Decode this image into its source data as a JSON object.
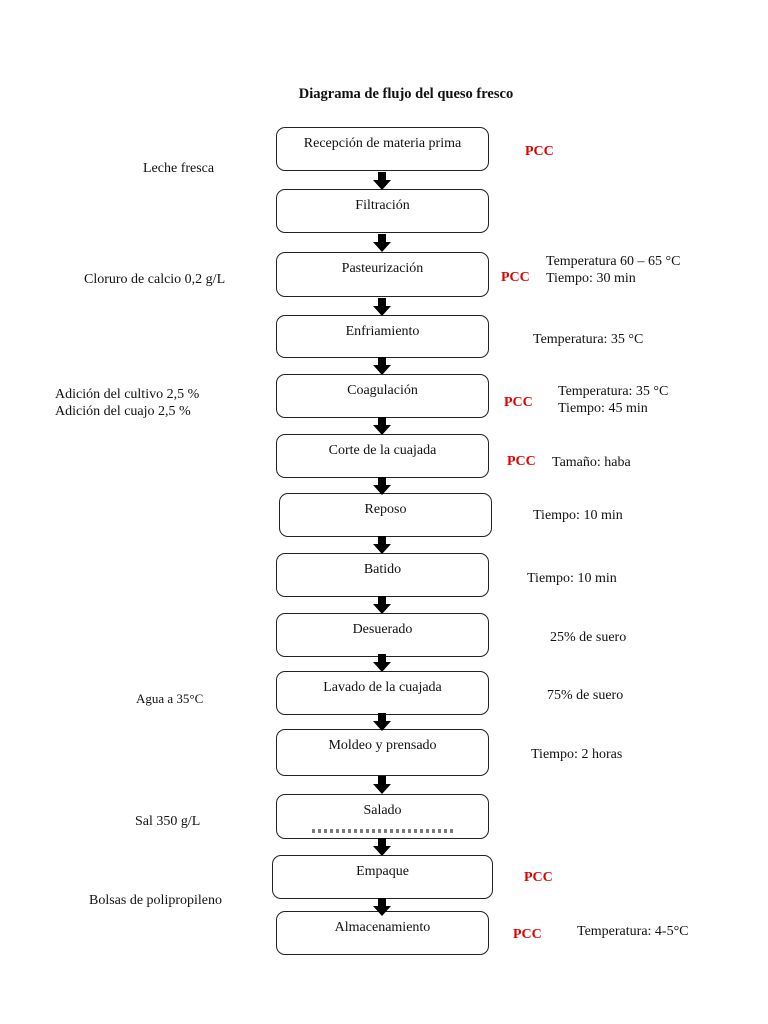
{
  "title": "Diagrama de flujo del queso fresco",
  "steps": [
    "Recepción de materia prima",
    "Filtración",
    "Pasteurización",
    "Enfriamiento",
    "Coagulación",
    "Corte de la cuajada",
    "Reposo",
    "Batido",
    "Desuerado",
    "Lavado de la cuajada",
    "Moldeo y prensado",
    "Salado",
    "Empaque",
    "Almacenamiento"
  ],
  "inputs": {
    "leche": "Leche fresca",
    "cloruro": "Cloruro de calcio 0,2 g/L",
    "cultivo": "Adición del cultivo 2,5 %",
    "cuajo": "Adición del cuajo 2,5 %",
    "agua": "Agua a 35°C",
    "sal": "Sal 350 g/L",
    "bolsas": "Bolsas de polipropileno"
  },
  "pcc_label": "PCC",
  "parameters": {
    "past_temp": "Temperatura 60 – 65 °C",
    "past_time": "Tiempo: 30 min",
    "enfr_temp": "Temperatura: 35 °C",
    "coag_temp": "Temperatura: 35 °C",
    "coag_time": "Tiempo: 45 min",
    "corte": "Tamaño: haba",
    "reposo": "Tiempo: 10 min",
    "batido": "Tiempo: 10 min",
    "desuerado": "25% de suero",
    "lavado": "75% de suero",
    "moldeo": "Tiempo: 2 horas",
    "almac": "Temperatura: 4-5°C"
  }
}
